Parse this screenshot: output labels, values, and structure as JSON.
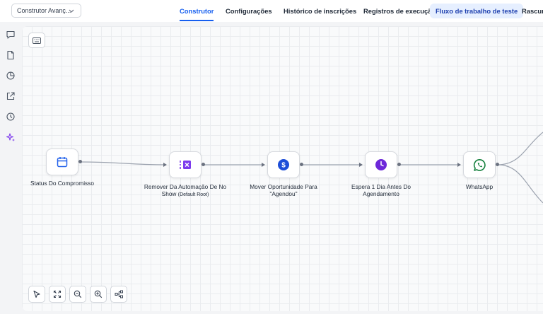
{
  "header": {
    "builder_select": "Construtor Avanç...",
    "tabs": [
      {
        "label": "Construtor"
      },
      {
        "label": "Configurações"
      },
      {
        "label": "Histórico de inscrições"
      },
      {
        "label": "Registros de execução"
      },
      {
        "label": "Fluxo de trabalho de teste"
      },
      {
        "label": "Rascunho"
      }
    ]
  },
  "sidebar": {
    "icons": [
      "chat-icon",
      "document-icon",
      "pie-chart-icon",
      "external-link-icon",
      "history-icon",
      "sparkles-icon"
    ],
    "active_color": "#7c3aed"
  },
  "workflow": {
    "nodes": [
      {
        "label": "Status Do Compromisso",
        "icon": "calendar-icon",
        "color": "#2563eb"
      },
      {
        "label": "Remover Da Automação De No Show",
        "sub": "(Default Root)",
        "icon": "remove-automation-icon",
        "color": "#7c3aed"
      },
      {
        "label": "Mover Oportunidade Para \"Agendou\"",
        "icon": "dollar-icon",
        "color": "#1d4ed8"
      },
      {
        "label": "Espera 1 Dia Antes Do Agendamento",
        "icon": "clock-icon",
        "color": "#6d28d9"
      },
      {
        "label": "WhatsApp",
        "icon": "whatsapp-icon",
        "color": "#15803d"
      }
    ]
  },
  "canvas_toolbar": [
    "pointer-icon",
    "fit-view-icon",
    "zoom-out-icon",
    "zoom-in-icon",
    "auto-layout-icon"
  ],
  "colors": {
    "accent": "#155eef"
  }
}
